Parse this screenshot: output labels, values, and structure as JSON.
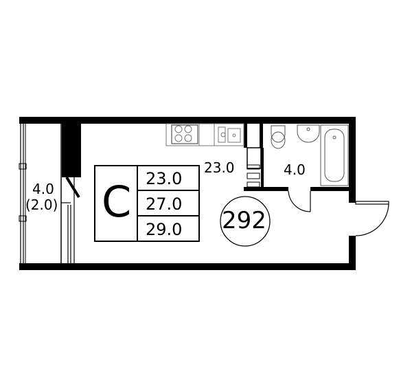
{
  "plan": {
    "apartment_type": "C",
    "areas": {
      "total": "23.0",
      "living": "27.0",
      "with_balcony": "29.0"
    },
    "apartment_number": "292",
    "rooms": {
      "main_room_area": "23.0",
      "bathroom_area": "4.0",
      "balcony_area": "4.0",
      "balcony_area_reduced": "(2.0)"
    }
  },
  "colors": {
    "wall": "#000000",
    "fixture": "#888888",
    "background": "#ffffff"
  }
}
